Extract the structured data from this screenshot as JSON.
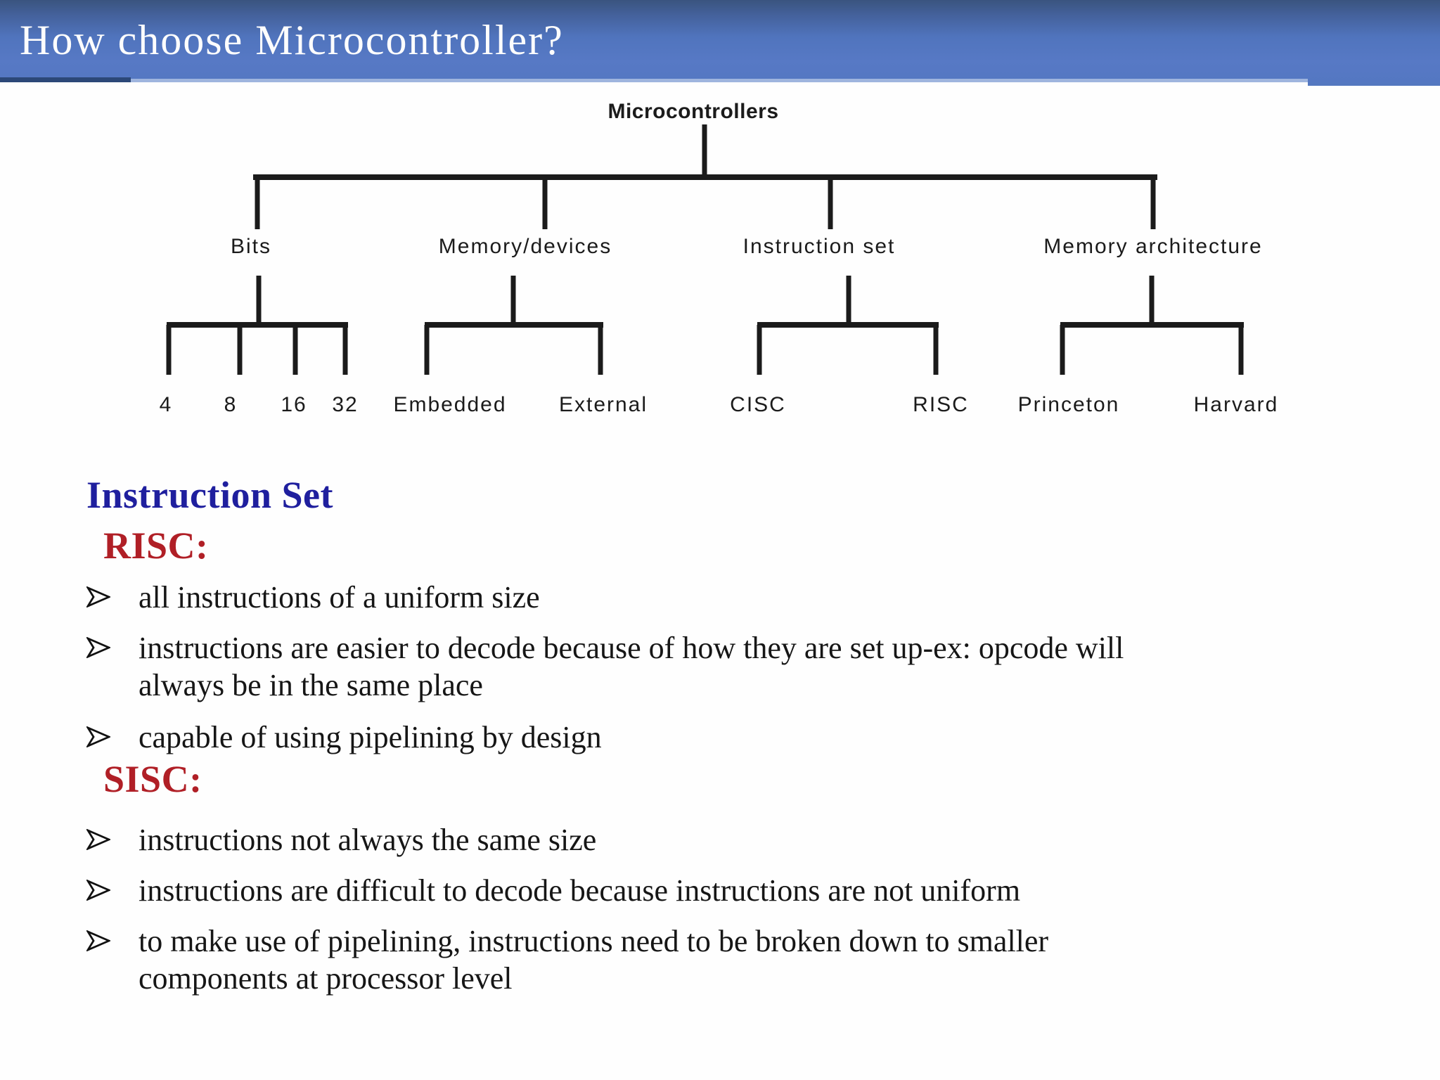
{
  "slide": {
    "title": "How choose Microcontroller?"
  },
  "diagram": {
    "root": "Microcontrollers",
    "branches": [
      {
        "label": "Bits",
        "children": [
          "4",
          "8",
          "16",
          "32"
        ]
      },
      {
        "label": "Memory/devices",
        "children": [
          "Embedded",
          "External"
        ]
      },
      {
        "label": "Instruction set",
        "children": [
          "CISC",
          "RISC"
        ]
      },
      {
        "label": "Memory architecture",
        "children": [
          "Princeton",
          "Harvard"
        ]
      }
    ]
  },
  "content": {
    "heading": "Instruction Set",
    "bullet_icon": "arrowhead-right",
    "sections": [
      {
        "label": "RISC:",
        "bullets": [
          [
            "all instructions of a uniform size"
          ],
          [
            "instructions are easier to decode because of how they are set up-ex: opcode will",
            "always be in the same place"
          ],
          [
            "capable of using pipelining by design"
          ]
        ]
      },
      {
        "label": "SISC:",
        "bullets": [
          [
            "instructions not always the same size"
          ],
          [
            "instructions are difficult to decode because instructions are not uniform"
          ],
          [
            "to make use of pipelining, instructions need to be broken down to smaller",
            "components at processor level"
          ]
        ]
      }
    ]
  },
  "colors": {
    "header_top": "#3a547f",
    "header_bottom": "#5477c2",
    "header_underline": "#9fb5de",
    "heading_blue": "#1f1f9e",
    "heading_red": "#b01f26",
    "body_text": "#161616",
    "tree_line": "#1b1b1b"
  }
}
